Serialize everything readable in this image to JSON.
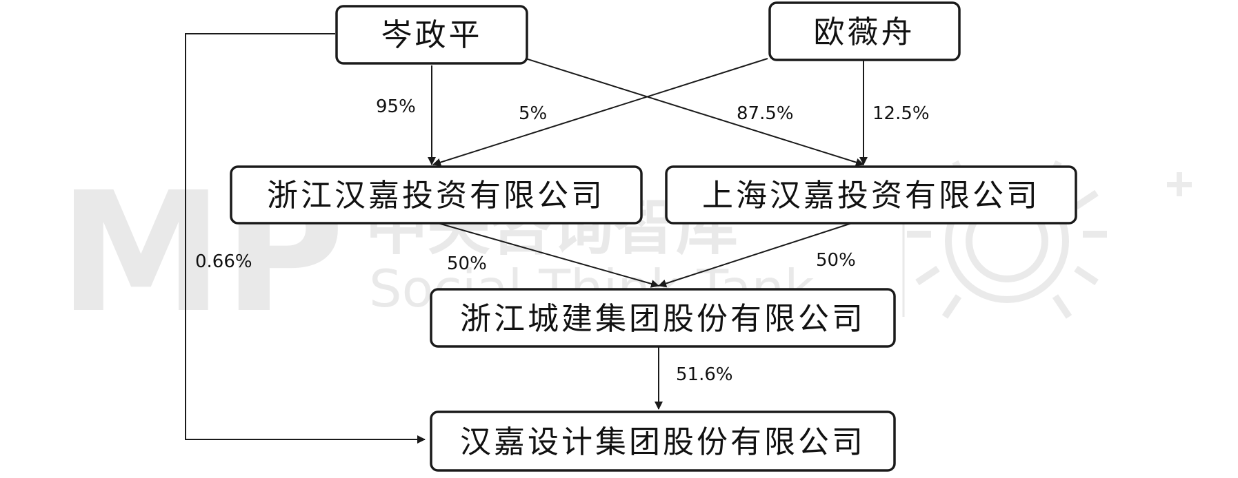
{
  "nodes": {
    "cen_zhengping": "岑政平",
    "ou_weizhou": "欧薇舟",
    "zhejiang_hanjia_invest": "浙江汉嘉投资有限公司",
    "shanghai_hanjia_invest": "上海汉嘉投资有限公司",
    "zhejiang_chengjian": "浙江城建集团股份有限公司",
    "hanjia_design": "汉嘉设计集团股份有限公司"
  },
  "edges": {
    "cen_to_zj": "95%",
    "ou_to_zj": "5%",
    "cen_to_sh": "87.5%",
    "ou_to_sh": "12.5%",
    "zj_to_chengjian": "50%",
    "sh_to_chengjian": "50%",
    "chengjian_to_design": "51.6%",
    "cen_to_design": "0.66%"
  },
  "watermark": {
    "logo": "MP",
    "cn": "中央咨询智库",
    "en": "Social Think Tank"
  },
  "colors": {
    "line": "#1a1a1a",
    "box_fill": "#ffffff",
    "watermark": "#d0d0d0"
  }
}
